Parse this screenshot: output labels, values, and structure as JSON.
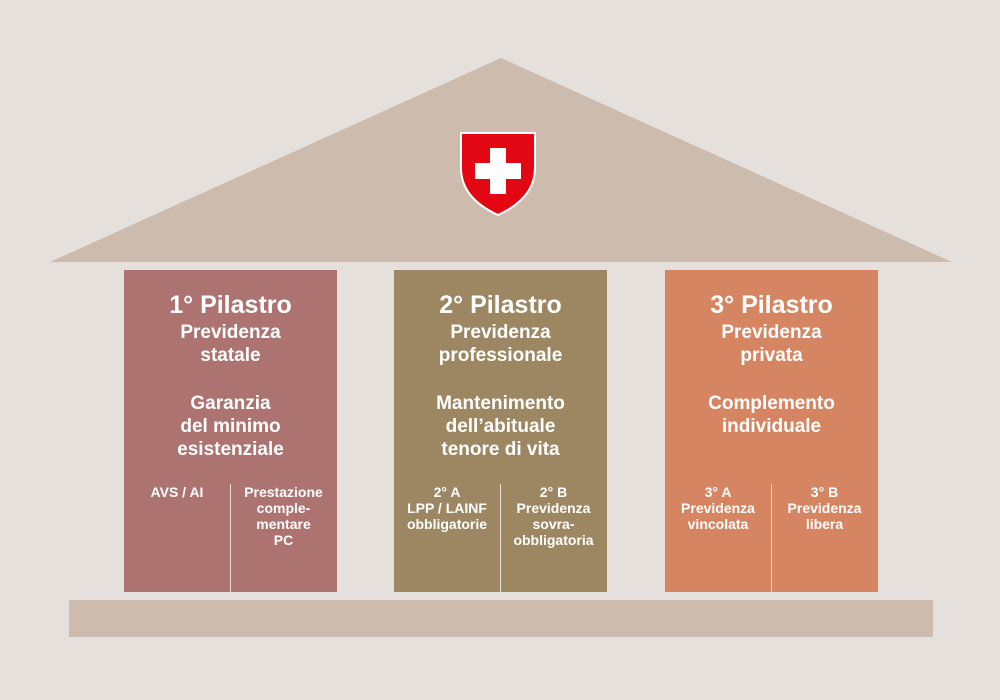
{
  "colors": {
    "background": "#e5e0dc",
    "roof": "#cdbbad",
    "base": "#cdbbad",
    "pillar_1": "#ad7371",
    "pillar_2": "#9d8763",
    "pillar_3": "#d68562",
    "shield_red": "#e30613",
    "cross_white": "#ffffff"
  },
  "emblem": {
    "icon": "swiss-shield-icon"
  },
  "pillars": [
    {
      "title": "1° Pilastro",
      "subtitle": "Previdenza\nstatale",
      "goal": "Garanzia\ndel minimo\nesistenziale",
      "left": "AVS / AI",
      "right": "Prestazione\ncomple-\nmentare\nPC"
    },
    {
      "title": "2° Pilastro",
      "subtitle": "Previdenza\nprofessionale",
      "goal": "Mantenimento\ndell’abituale\ntenore di vita",
      "left": "2° A\nLPP / LAINF\nobbligatorie",
      "right": "2° B\nPrevidenza\nsovra-\nobbligatoria"
    },
    {
      "title": "3° Pilastro",
      "subtitle": "Previdenza\nprivata",
      "goal": "Complemento\nindividuale",
      "left": "3° A\nPrevidenza\nvincolata",
      "right": "3° B\nPrevidenza\nlibera"
    }
  ]
}
